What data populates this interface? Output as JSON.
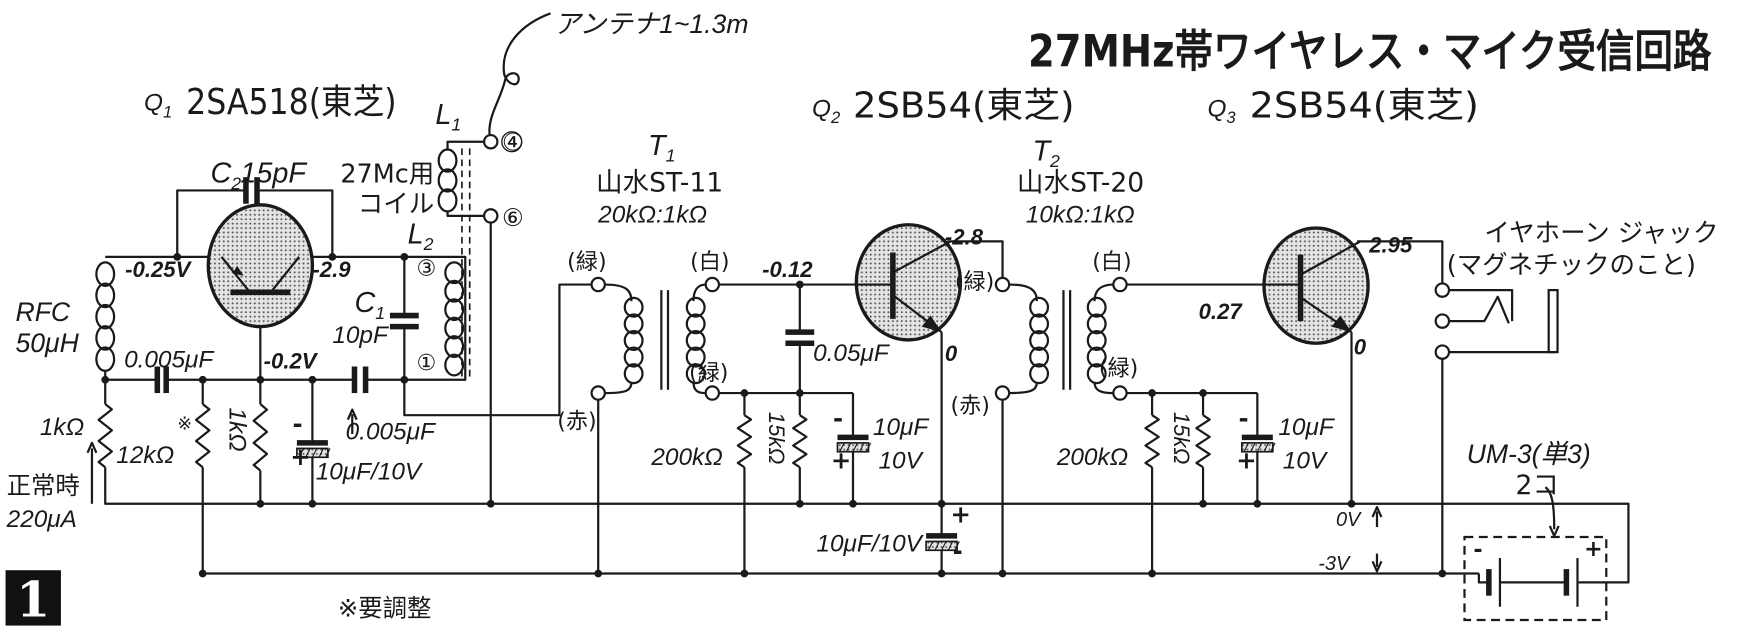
{
  "title": "27MHz帯ワイヤレス・マイク受信回路",
  "antenna": "アンテナ1~1.3m",
  "transistors": [
    {
      "ref": "Q",
      "sub": "1",
      "part": "2SA518(東芝)"
    },
    {
      "ref": "Q",
      "sub": "2",
      "part": "2SB54(東芝)"
    },
    {
      "ref": "Q",
      "sub": "3",
      "part": "2SB54(東芝)"
    }
  ],
  "coil": {
    "l1": {
      "ref": "L",
      "sub": "1"
    },
    "l2": {
      "ref": "L",
      "sub": "2"
    },
    "desc1": "27Mc用",
    "desc2": "コイル",
    "pins": [
      "④",
      "⑥",
      "③",
      "①"
    ]
  },
  "transformers": [
    {
      "ref": "T",
      "sub": "1",
      "model": "山水ST-11",
      "ratio": "20kΩ:1kΩ",
      "leads": [
        "(緑)",
        "(赤)",
        "(白)",
        "(緑)"
      ]
    },
    {
      "ref": "T",
      "sub": "2",
      "model": "山水ST-20",
      "ratio": "10kΩ:1kΩ",
      "leads": [
        "(緑)",
        "(赤)",
        "(白)",
        "(緑)"
      ]
    }
  ],
  "components": {
    "c2": {
      "ref": "C",
      "sub": "2",
      "value": "15pF"
    },
    "c1": {
      "ref": "C",
      "sub": "1",
      "value": "10pF"
    },
    "rfc": {
      "name": "RFC",
      "value": "50μH"
    },
    "c_coupling1": "0.005μF",
    "c_coupling2": "0.005μF",
    "r_bias": "1kΩ",
    "r_adjust_mark": "※",
    "r_adjust": "12kΩ",
    "r_emitter": "1kΩ",
    "c_elec1": "10μF/10V",
    "r200k_1": "200kΩ",
    "r15k_1": "15kΩ",
    "c005": "0.05μF",
    "c_elec2": [
      "10μF",
      "10V"
    ],
    "c_elec_q2": "10μF/10V",
    "r200k_2": "200kΩ",
    "r15k_2": "15kΩ",
    "c_elec3": [
      "10μF",
      "10V"
    ]
  },
  "polarity": {
    "plus": "+",
    "minus": "-"
  },
  "voltages": {
    "q1_emitter": "-0.25V",
    "q1_collector": "-2.9",
    "q1_base": "-0.2V",
    "q2_base": "-0.12",
    "q2_collector": "-2.8",
    "q2_emitter": "0",
    "q3_base": "0.27",
    "q3_collector": "2.95",
    "q3_emitter": "0",
    "bus_0v": "0V",
    "bus_3v": "-3V"
  },
  "current": {
    "label": "正常時",
    "value": "220μA"
  },
  "jack": {
    "line1": "イヤホーン ジャック",
    "line2": "(マグネチックのこと)"
  },
  "battery": {
    "type": "UM-3(単3)",
    "count": "2コ"
  },
  "figure_number": "1",
  "note": "※要調整"
}
